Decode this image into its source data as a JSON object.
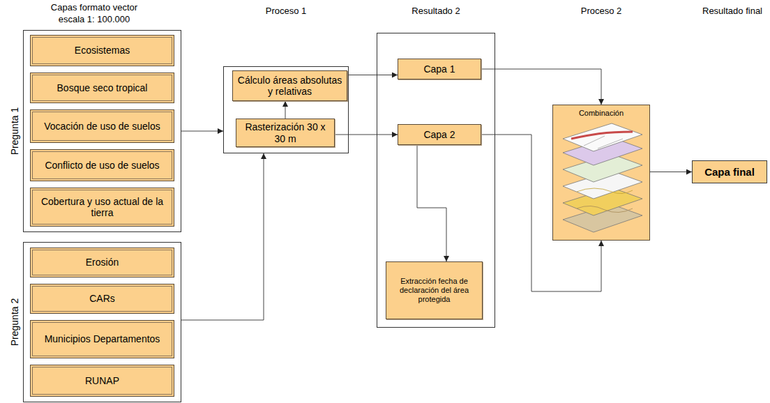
{
  "diagram": {
    "nodes": [
      {
        "text": [
          "Pregunta 1"
        ]
      },
      {
        "text": [
          "Ecosistemas"
        ],
        "in": 0
      },
      {
        "text": [
          "Bosque seco tropical"
        ],
        "in": 0
      },
      {
        "text": [
          "Vocación de uso de suelos"
        ],
        "in": 0
      },
      {
        "text": [
          "Conflicto de uso de suelos"
        ],
        "in": 0
      },
      {
        "text": [
          "Cobertura y uso actual de la tierra"
        ],
        "in": 0
      },
      {
        "text": [
          "Pregunta 2"
        ]
      },
      {
        "text": [
          "Erosión"
        ],
        "in": 6
      },
      {
        "text": [
          "CARs"
        ],
        "in": 6
      },
      {
        "text": [
          "Municipios Departamentos"
        ],
        "in": 6
      },
      {
        "text": [
          "RUNAP"
        ],
        "in": 6
      },
      {
        "text": []
      },
      {
        "text": [
          "Cálculo áreas absolutas y relativas"
        ],
        "in": 11
      },
      {
        "text": [
          "Rasterización 30 x 30 m"
        ],
        "in": 11
      },
      {
        "text": []
      },
      {
        "text": [
          "Capa 1"
        ],
        "in": 14
      },
      {
        "text": [
          "Capa 2"
        ],
        "in": 14
      },
      {
        "text": [
          "Extracción fecha de declaración del área protegida"
        ],
        "in": 14
      },
      {
        "text": [
          "Combinación"
        ]
      },
      {
        "text": [
          "Capa final"
        ]
      }
    ],
    "edges": [
      {
        "from": 0,
        "to": 11,
        "arrow": "to"
      },
      {
        "from": 6,
        "to": 11,
        "arrow": "to"
      },
      {
        "from": 13,
        "to": 12,
        "arrow": "to"
      },
      {
        "from": 12,
        "to": 15,
        "arrow": "to"
      },
      {
        "from": 13,
        "to": 16,
        "arrow": "to"
      },
      {
        "from": 16,
        "to": 17,
        "arrow": "to"
      },
      {
        "from": 15,
        "to": 18,
        "arrow": "to"
      },
      {
        "from": 16,
        "to": 18,
        "arrow": "to"
      },
      {
        "from": 18,
        "to": 19,
        "arrow": "to"
      }
    ],
    "labels": [
      "Capas formato vector escala 1: 100.000",
      "Proceso 1",
      "Resultado 2",
      "Proceso 2",
      "Resultado final"
    ]
  }
}
